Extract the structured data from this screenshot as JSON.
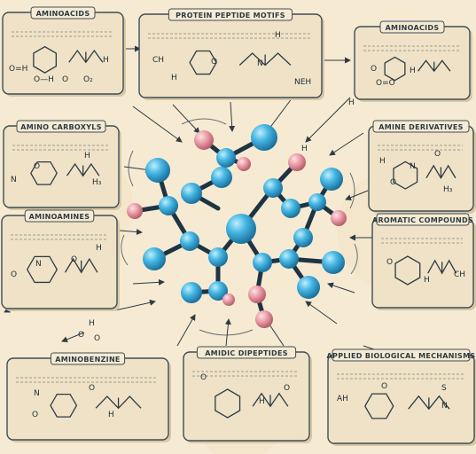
{
  "panels": [
    {
      "id": "p1",
      "title": "AMINOACIDS",
      "texts": [
        "O=H",
        "O—H",
        "O",
        "O₂",
        "H"
      ]
    },
    {
      "id": "p2",
      "title": "PROTEIN PEPTIDE MOTIFS",
      "texts": [
        "CH",
        "H",
        "O",
        "N",
        "NEH",
        "H"
      ]
    },
    {
      "id": "p3",
      "title": "AMINOACIDS",
      "texts": [
        "O",
        "H",
        "O=O"
      ]
    },
    {
      "id": "p4",
      "title": "AMINO CARBOXYLS",
      "texts": [
        "O",
        "H",
        "N",
        "H₃"
      ]
    },
    {
      "id": "p5",
      "title": "AMINE DERIVATIVES",
      "texts": [
        "H",
        "O",
        "H₃",
        "O",
        "N"
      ]
    },
    {
      "id": "p6",
      "title": "AMINOAMINES",
      "texts": [
        "N",
        "O",
        "H",
        "O"
      ]
    },
    {
      "id": "p7",
      "title": "AROMATIC COMPOUNDS",
      "texts": [
        "O",
        "H",
        "CH"
      ]
    },
    {
      "id": "p8",
      "title": "AMINOBENZINE",
      "texts": [
        "N",
        "O",
        "O",
        "H"
      ]
    },
    {
      "id": "p9",
      "title": "AMIDIC DIPEPTIDES",
      "texts": [
        "O",
        "H",
        "O"
      ]
    },
    {
      "id": "p10",
      "title": "APPLIED BIOLOGICAL MECHANISMS",
      "texts": [
        "AH",
        "O",
        "S",
        "N"
      ]
    }
  ],
  "free_labels": [
    "H",
    "H",
    "O",
    "O",
    "H"
  ],
  "colors": {
    "background": "#f6ead2",
    "panel_fill": "#efe2c6",
    "panel_border": "#3e4d57",
    "atom_blue": "#3fb1dc",
    "atom_pink": "#e99aa4",
    "bond": "#1f3442",
    "line": "#2d3b45"
  }
}
